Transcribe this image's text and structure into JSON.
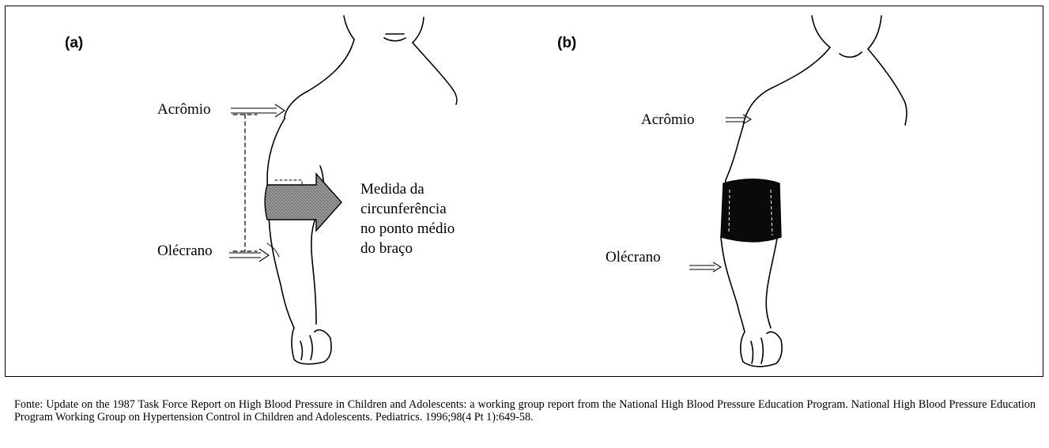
{
  "panels": {
    "a": {
      "label": "(a)",
      "acromion_label": "Acrômio",
      "olecranon_label": "Olécrano",
      "note_lines": [
        "Medida da",
        "circunferência",
        "no ponto médio",
        "do braço"
      ]
    },
    "b": {
      "label": "(b)",
      "acromion_label": "Acrômio",
      "olecranon_label": "Olécrano"
    }
  },
  "caption": "Fonte: Update on the 1987 Task Force Report on High Blood Pressure in Children and Adolescents: a working group report from the National High Blood Pressure Education Program. National High Blood Pressure Education Program Working Group on Hypertension Control in Children and Adolescents. Pediatrics. 1996;98(4 Pt 1):649-58.",
  "colors": {
    "outline": "#000000",
    "measure_band": "#8a8a8a",
    "cuff": "#0a0a0a",
    "arrow_fill": "#ffffff"
  }
}
